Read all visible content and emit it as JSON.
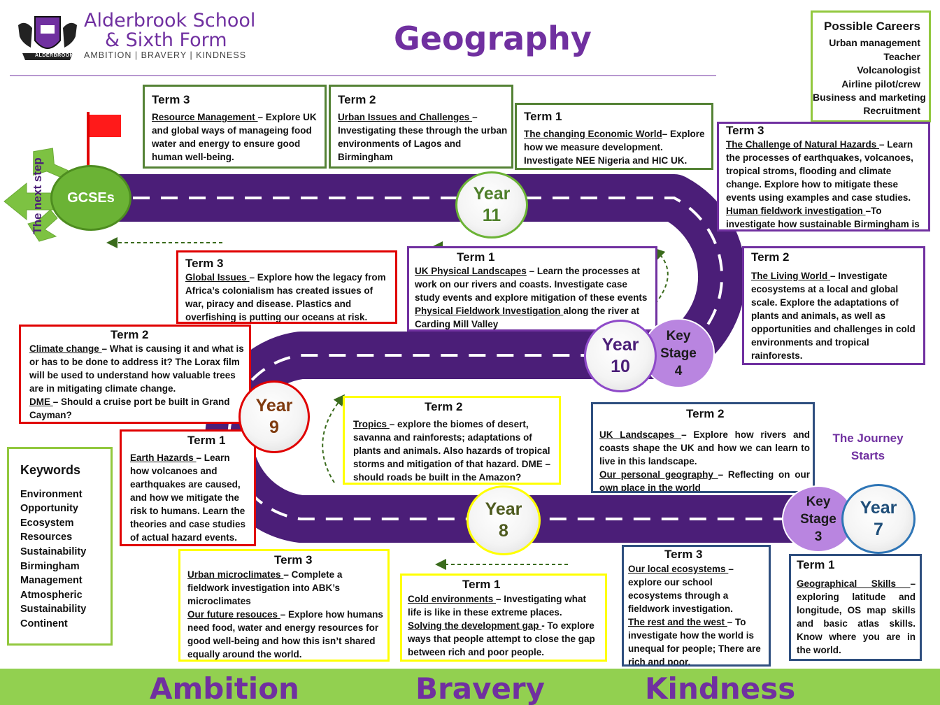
{
  "school": {
    "name_line1": "Alderbrook School",
    "name_line2": "& Sixth Form",
    "motto": "AMBITION | BRAVERY | KINDNESS",
    "crest_banner": "ALDERBROOK"
  },
  "title": "Geography",
  "careers": {
    "heading": "Possible Careers",
    "items": [
      "Urban management",
      "Teacher",
      "Volcanologist",
      "Airline pilot/crew",
      "Business and marketing",
      "Recruitment"
    ]
  },
  "keywords": {
    "heading": "Keywords",
    "items": [
      "Environment",
      "Opportunity",
      "Ecosystem",
      "Resources",
      "Sustainability",
      "Birmingham",
      "Management",
      "Atmospheric",
      "Sustainability",
      "Continent"
    ]
  },
  "next_step": "The next step",
  "journey_label": "The Journey Starts",
  "milestones": {
    "gcses": "GCSEs",
    "year11": [
      "Year",
      "11"
    ],
    "year10": [
      "Year",
      "10"
    ],
    "year9": [
      "Year",
      "9"
    ],
    "year8": [
      "Year",
      "8"
    ],
    "year7": [
      "Year",
      "7"
    ],
    "ks4": [
      "Key",
      "Stage",
      "4"
    ],
    "ks3": [
      "Key",
      "Stage",
      "3"
    ]
  },
  "boxes": {
    "y11t3": {
      "term": "Term 3",
      "topic": "Resource Management ",
      "text": "– Explore UK and global ways of manageing food water and energy to ensure good human well-being."
    },
    "y11t2": {
      "term": "Term 2",
      "topic": "Urban Issues and Challenges ",
      "text": "– Investigating these through the urban environments of Lagos and Birmingham"
    },
    "y11t1": {
      "term": "Term 1",
      "topic": "The changing Economic World",
      "text": "– Explore how we measure development. Investigate NEE Nigeria and HIC UK."
    },
    "y10t3": {
      "term": "Term 3",
      "topic": "The Challenge of Natural Hazards ",
      "text": "– Learn the processes of earthquakes, volcanoes, tropical stroms, flooding and climate change. Explore how to mitigate these events using examples and case studies.",
      "topic2": "Human fieldwork investigation ",
      "text2": "–To investigate how sustainable Birmingham is"
    },
    "y10t2": {
      "term": "Term 2",
      "topic": "The Living World ",
      "text": "– Investigate ecosystems at a local and global scale. Explore the adaptations of plants and animals, as well as opportunities and challenges in cold environments and tropical rainforests."
    },
    "y10t1": {
      "term": "Term 1",
      "topic": "UK Physical Landscapes",
      "text": " – Learn the processes at work on our rivers and coasts. Investigate case study events and explore mitigation of these events",
      "topic2": "Physical Fieldwork Investigation ",
      "text2": "along the river at Carding Mill Valley"
    },
    "y9t3": {
      "term": "Term 3",
      "topic": "Global Issues ",
      "text": "– Explore how the legacy from Africa’s colonialism has created issues of war, piracy and disease. Plastics and overfishing is putting our oceans at risk."
    },
    "y9t2": {
      "term": "Term 2",
      "topic": "Climate change ",
      "text": "– What is causing it and what is or has to be done to address it? The Lorax film will be used to understand how valuable trees are in mitigating climate change.",
      "topic2": "DME ",
      "text2": "– Should a cruise port be built in Grand Cayman?"
    },
    "y9t1": {
      "term": "Term 1",
      "topic": "Earth Hazards ",
      "text": "– Learn how volcanoes and earthquakes are caused, and how we mitigate the risk to humans. Learn the theories and case studies of actual hazard events."
    },
    "y8t2": {
      "term": "Term 2",
      "topic": "Tropics ",
      "text": "– explore the biomes of desert, savanna and rainforests; adaptations of plants and animals.  Also hazards of tropical storms and mitigation of that hazard. DME – should roads be built in the Amazon?"
    },
    "y8t3": {
      "term": "Term 3",
      "topic": "Urban microclimates ",
      "text": "– Complete a fieldwork investigation into ABK’s microclimates",
      "topic2": "Our future resouces ",
      "text2": "– Explore how humans need food, water and energy resources for good well-being and how this isn’t shared equally around the world."
    },
    "y8t1": {
      "term": "Term 1",
      "topic": "Cold environments ",
      "text": "– Investigating what life is like in these extreme places.",
      "topic2": "Solving the development gap ",
      "text2": "-  To explore ways that people attempt to close the gap between rich and poor people."
    },
    "y7t2": {
      "term": "Term 2",
      "topic": "UK Landscapes ",
      "text": "– Explore how rivers and coasts shape the UK and how we can learn to live in this landscape.",
      "topic2": "Our personal geography ",
      "text2": "– Reflecting on our own place in the world"
    },
    "y7t3": {
      "term": "Term 3",
      "topic": "Our local ecosystems ",
      "text": "– explore our school ecosystems through a fieldwork investigation.",
      "topic2": "The rest and the west ",
      "text2": "– To investigate how the world is unequal for people; There are rich and poor."
    },
    "y7t1": {
      "term": "Term 1",
      "topic": "Geographical Skills ",
      "text": "– exploring latitude and longitude, OS map skills and basic atlas skills. Know where you are in the world."
    }
  },
  "values_footer": [
    "Ambition",
    "Bravery",
    "Kindness"
  ],
  "colors": {
    "brand_purple": "#7030a0",
    "road": "#4b1e78",
    "footer_green": "#92d050",
    "gcse_green": "#6bb335"
  }
}
